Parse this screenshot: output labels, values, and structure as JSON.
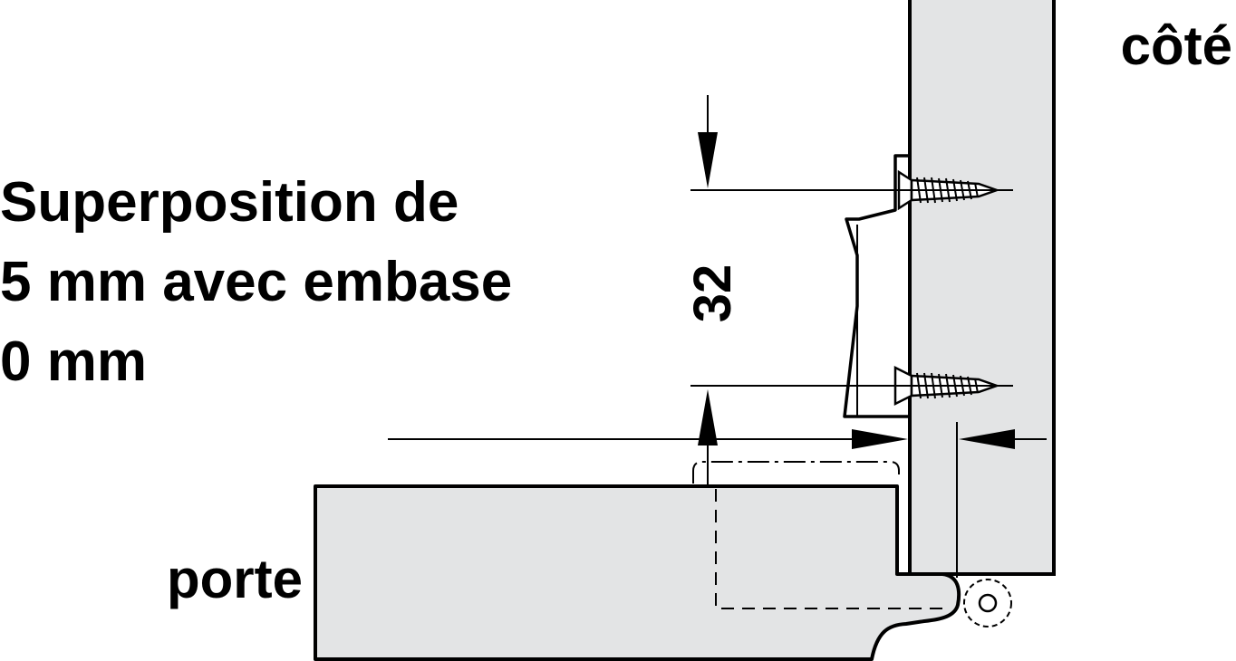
{
  "labels": {
    "side": "côté",
    "door": "porte",
    "title_line1": "Superposition de",
    "title_line2": "5 mm avec embase",
    "title_line3": "0 mm",
    "dimension": "32"
  },
  "colors": {
    "panel_fill": "#e3e4e5",
    "line": "#000000",
    "background": "#ffffff"
  }
}
